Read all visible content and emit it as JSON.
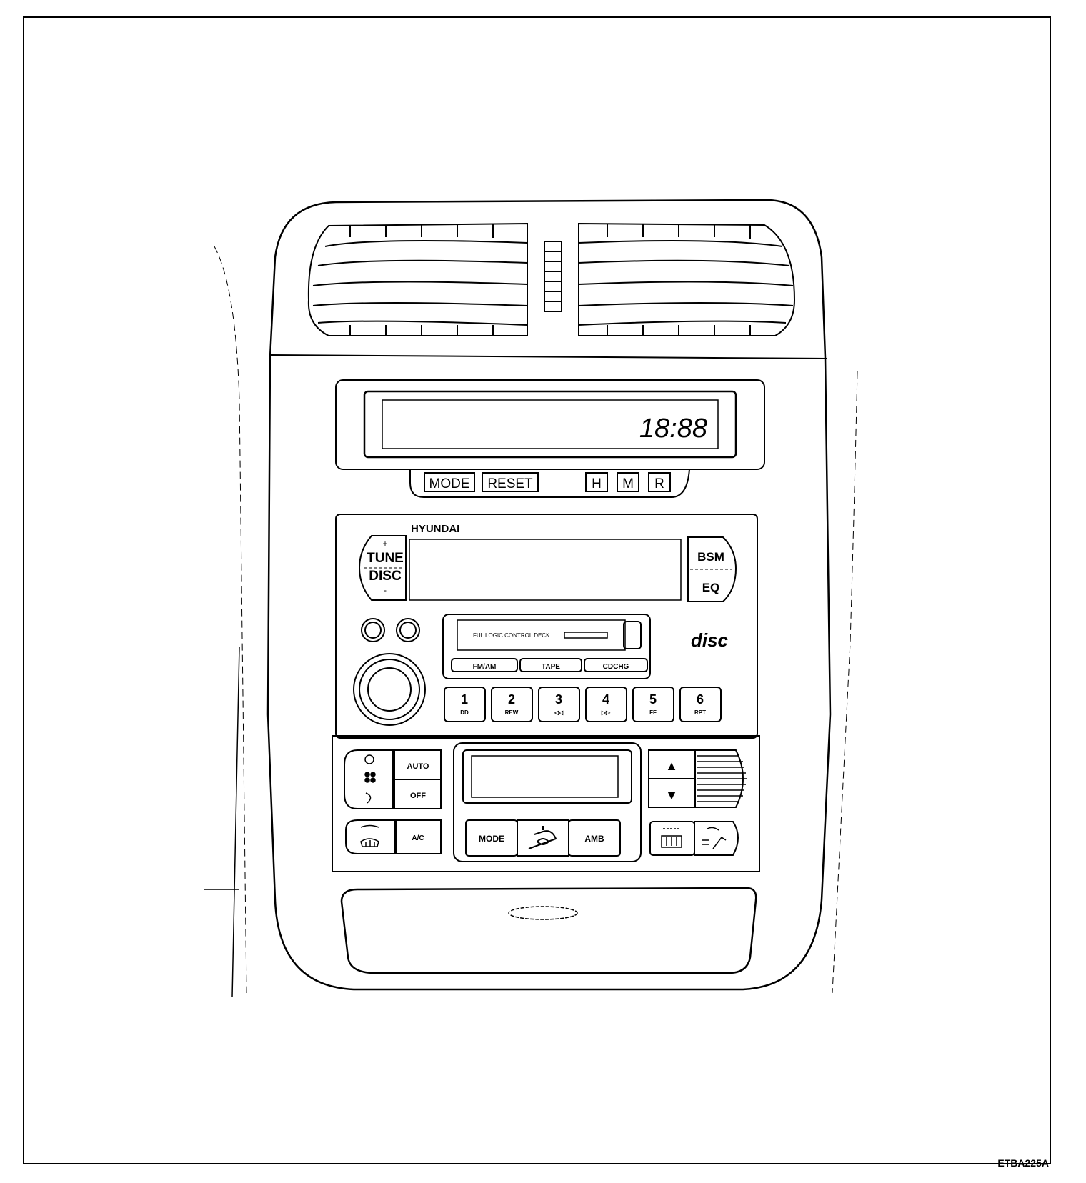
{
  "clock": {
    "time": "18:88",
    "buttons": {
      "mode": "MODE",
      "reset": "RESET",
      "hour": "H",
      "minute": "M",
      "reset_short": "R"
    }
  },
  "audio": {
    "brand": "HYUNDAI",
    "tune_plus": "+",
    "tune": "TUNE",
    "disc": "DISC",
    "tune_minus": "-",
    "bsm": "BSM",
    "eq": "EQ",
    "deck_label": "FUL LOGIC CONTROL DECK",
    "source_buttons": [
      "FM/AM",
      "TAPE",
      "CDCHG"
    ],
    "disc_logo": "disc",
    "presets": [
      {
        "num": "1",
        "sub": "DD"
      },
      {
        "num": "2",
        "sub": "REW"
      },
      {
        "num": "3",
        "sub": "◁◁"
      },
      {
        "num": "4",
        "sub": "▷▷"
      },
      {
        "num": "5",
        "sub": "FF"
      },
      {
        "num": "6",
        "sub": "RPT"
      }
    ]
  },
  "climate": {
    "auto": "AUTO",
    "off": "OFF",
    "ac": "A/C",
    "mode": "MODE",
    "amb": "AMB",
    "up_arrow": "▲",
    "down_arrow": "▼"
  },
  "figure_code": "ETBA225A"
}
